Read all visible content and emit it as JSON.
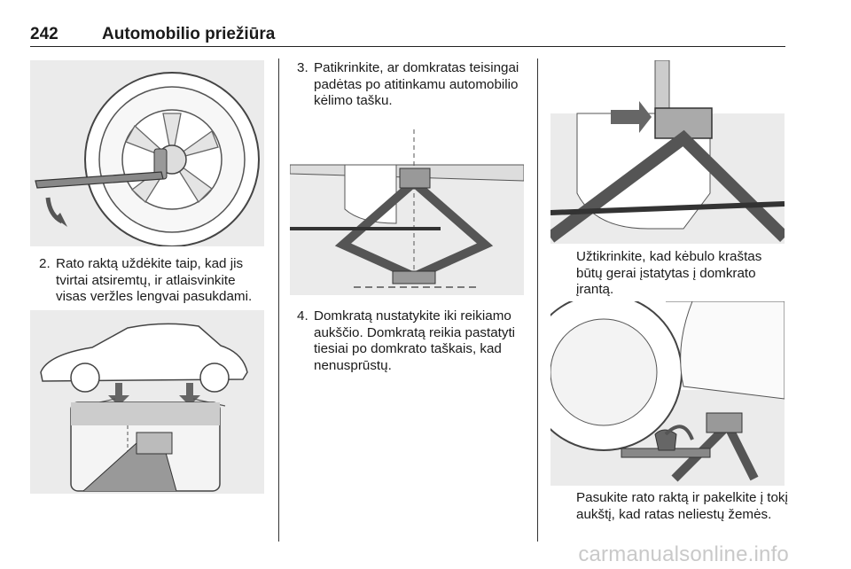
{
  "header": {
    "page_number": "242",
    "title": "Automobilio priežiūra"
  },
  "col1": {
    "step2_number": "2.",
    "step2_text": "Rato raktą uždėkite taip, kad jis tvirtai atsiremtų, ir atlaisvinkite visas veržles lengvai pasukdami."
  },
  "col2": {
    "step3_number": "3.",
    "step3_text": "Patikrinkite, ar domkratas teisingai padėtas po atitinkamu automobilio kėlimo tašku.",
    "step4_number": "4.",
    "step4_text": "Domkratą nustatykite iki reikiamo aukščio. Domkratą reikia pastatyti tiesiai po domkrato taškais, kad nenusprūstų."
  },
  "col3": {
    "caption1": "Užtikrinkite, kad kėbulo kraštas būtų gerai įstatytas į domkrato įrantą.",
    "caption2": "Pasukite rato raktą ir pakelkite į tokį aukštį, kad ratas neliestų žemės."
  },
  "footer": {
    "watermark": "carmanualsonline.info"
  },
  "colors": {
    "figure_bg": "#ebebeb",
    "line": "#333333",
    "watermark": "#c9c9c9"
  }
}
